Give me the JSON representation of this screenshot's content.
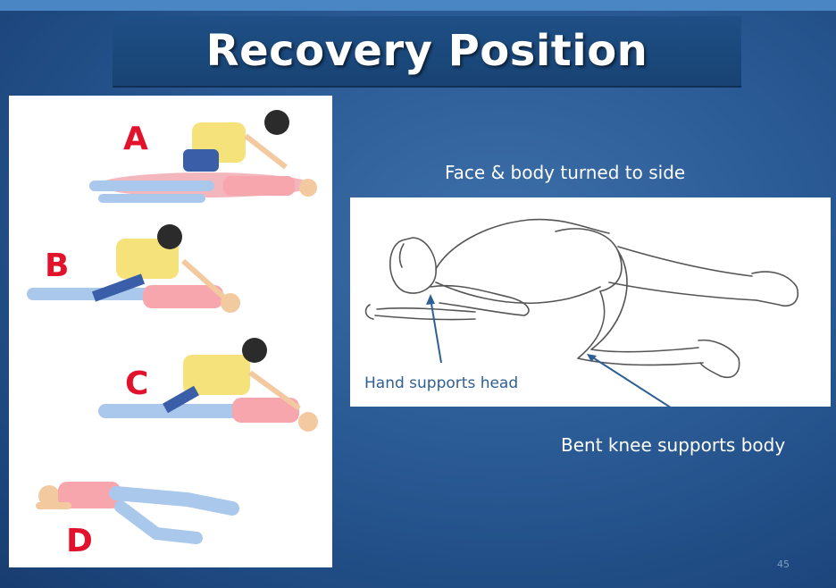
{
  "slide": {
    "title": "Recovery Position",
    "page_number": "45"
  },
  "steps": [
    {
      "letter": "A"
    },
    {
      "letter": "B"
    },
    {
      "letter": "C"
    },
    {
      "letter": "D"
    }
  ],
  "main_figure": {
    "caption": "Face & body turned to side",
    "annotations": {
      "hand": "Hand supports head",
      "knee": "Bent knee supports body"
    }
  },
  "colors": {
    "title_bar": "#1e4f86",
    "background": "#2a5a94",
    "step_letter": "#e3122c",
    "annotation_text": "#2e5f94"
  }
}
